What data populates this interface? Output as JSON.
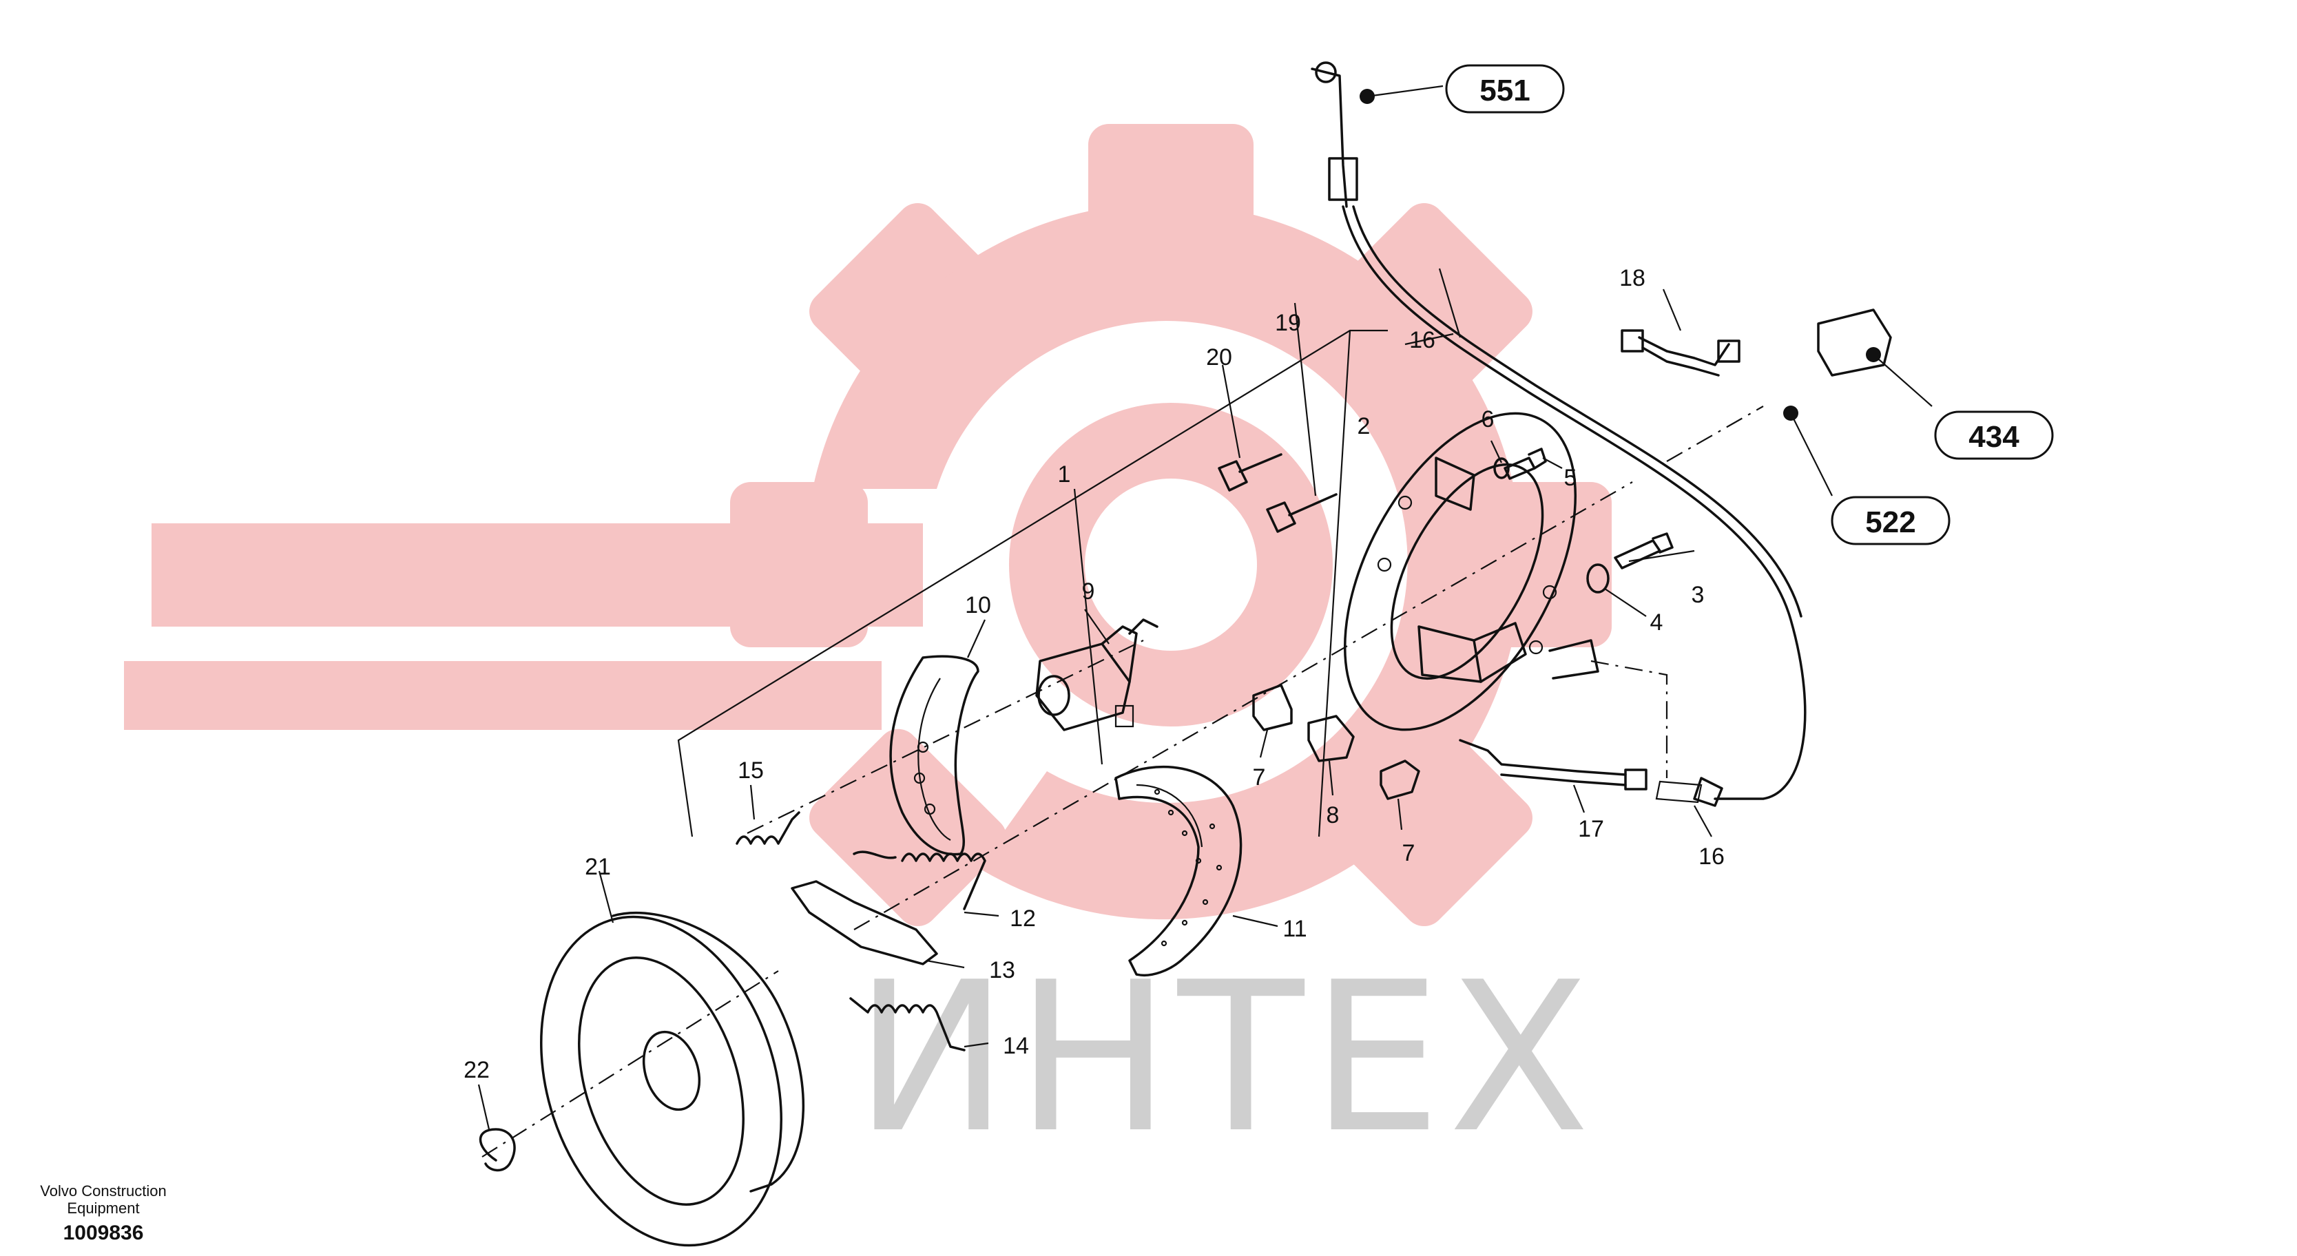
{
  "colors": {
    "line": "#111111",
    "watermark_red": "#f6c4c4",
    "watermark_gray": "#cfcfcf",
    "background": "#ffffff"
  },
  "watermark": {
    "text": "ИНТЕХ",
    "icon": "gear-icon"
  },
  "callouts": [
    {
      "id": "c551",
      "label": "551"
    },
    {
      "id": "c434",
      "label": "434"
    },
    {
      "id": "c522",
      "label": "522"
    }
  ],
  "part_labels": {
    "p1": "1",
    "p2": "2",
    "p3": "3",
    "p4": "4",
    "p5": "5",
    "p6": "6",
    "p7a": "7",
    "p7b": "7",
    "p8": "8",
    "p9": "9",
    "p10": "10",
    "p11": "11",
    "p12": "12",
    "p13": "13",
    "p14": "14",
    "p15": "15",
    "p16a": "16",
    "p16b": "16",
    "p17": "17",
    "p18": "18",
    "p19": "19",
    "p20": "20",
    "p21": "21",
    "p22": "22"
  },
  "footer": {
    "company_line1": "Volvo Construction",
    "company_line2": "Equipment",
    "drawing_number": "1009836"
  }
}
